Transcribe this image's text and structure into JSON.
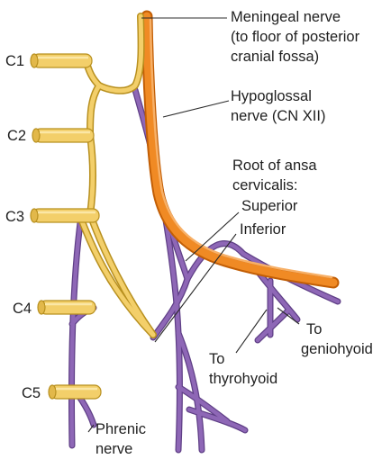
{
  "colors": {
    "cervical_nerve": "#f3cf6a",
    "cervical_outline": "#b8901f",
    "hypoglossal": "#f08a24",
    "hypoglossal_outline": "#c25e05",
    "ansa": "#8e67b6",
    "ansa_outline": "#5f3f86",
    "leader": "#2b2b2b",
    "text": "#1f1f1f"
  },
  "labels": {
    "meningeal": [
      "Meningeal nerve",
      "(to floor of posterior",
      "cranial fossa)"
    ],
    "hypoglossal": [
      "Hypoglossal",
      "nerve (CN XII)"
    ],
    "root_ansa": [
      "Root of ansa",
      "cervicalis:"
    ],
    "superior": "Superior",
    "inferior": "Inferior",
    "geniohyoid": [
      "To",
      "geniohyoid"
    ],
    "thyrohyoid": [
      "To",
      "thyrohyoid"
    ],
    "phrenic": [
      "Phrenic",
      "nerve"
    ],
    "c1": "C1",
    "c2": "C2",
    "c3": "C3",
    "c4": "C4",
    "c5": "C5"
  }
}
